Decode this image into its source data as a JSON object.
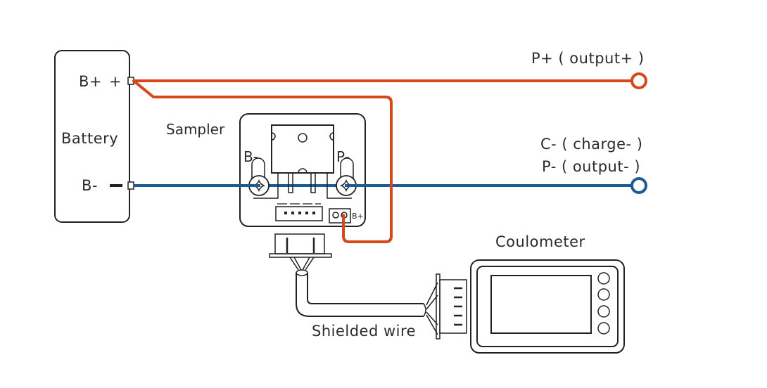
{
  "title": "Coulometer wiring diagram",
  "colors": {
    "positive_wire": "#d6471b",
    "negative_wire": "#1f5a93",
    "outline": "#222222",
    "text": "#2b2b2b"
  },
  "battery": {
    "label": "Battery",
    "positive_terminal": "B+",
    "positive_sign": "+",
    "negative_terminal": "B-",
    "negative_sign": "—"
  },
  "sampler": {
    "label": "Sampler",
    "left_terminal": "B-",
    "right_terminal": "P-",
    "sense_terminal": "B+"
  },
  "outputs": {
    "positive": "P+ ( output+ )",
    "charge_negative": "C- ( charge- )",
    "output_negative": "P- ( output- )"
  },
  "cable": {
    "label": "Shielded wire"
  },
  "coulometer": {
    "label": "Coulometer",
    "button_count": 4
  }
}
